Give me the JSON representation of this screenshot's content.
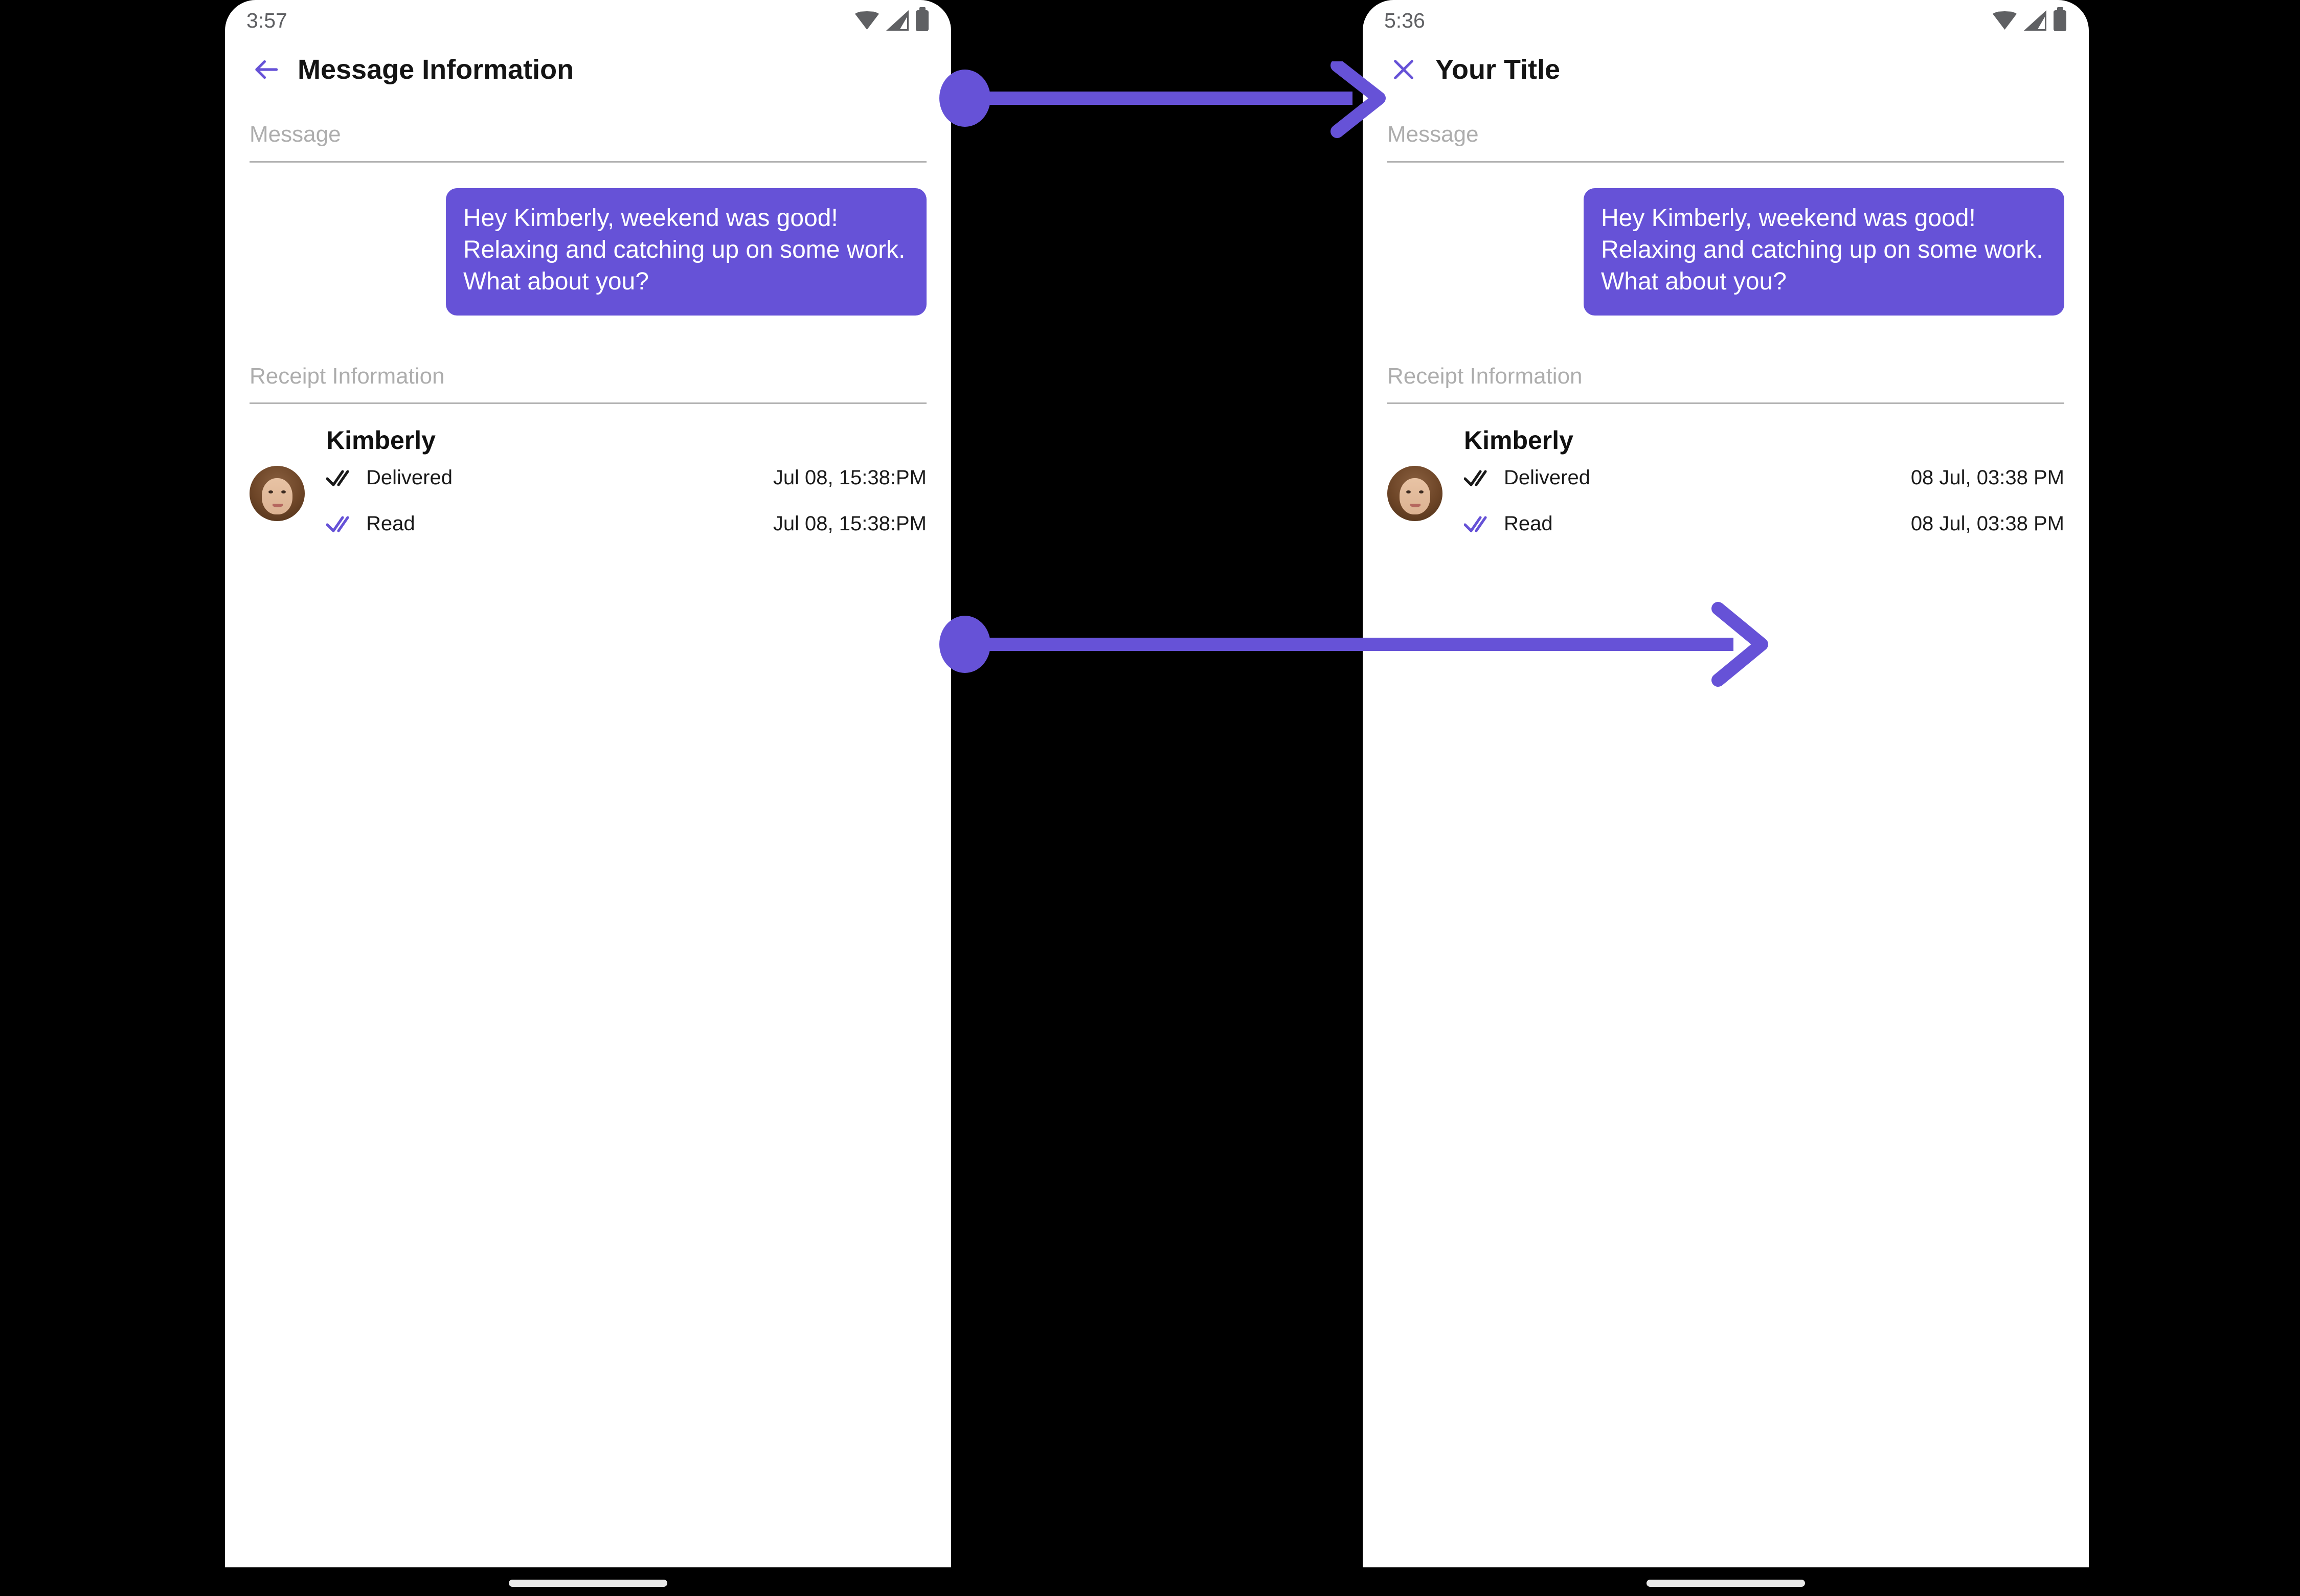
{
  "theme": {
    "accent": "#6652d7",
    "bubble_bg": "#6652d7",
    "bubble_text": "#ffffff",
    "label_grey": "#adadad",
    "divider_grey": "#b4b4b4",
    "status_grey": "#5f6063",
    "page_bg": "#000000",
    "phone_bg": "#ffffff",
    "text_dark": "#141414",
    "read_check": "#6652d7",
    "delivered_check": "#1a1a1a"
  },
  "panels": [
    {
      "id": "before",
      "statusbar": {
        "clock": "3:57",
        "icons": [
          "wifi-icon",
          "signal-icon",
          "battery-icon"
        ]
      },
      "appbar": {
        "nav_icon": "back-arrow-icon",
        "title": "Message Information"
      },
      "message_section": {
        "label": "Message",
        "bubble_text": "Hey Kimberly, weekend was good!  Relaxing and catching up on some work.  What about you?"
      },
      "receipt_section": {
        "label": "Receipt Information",
        "recipient": "Kimberly",
        "avatar": "kimberly-avatar",
        "rows": [
          {
            "icon": "double-check-icon",
            "icon_color": "#1a1a1a",
            "label": "Delivered",
            "time": "Jul 08, 15:38:PM"
          },
          {
            "icon": "double-check-icon",
            "icon_color": "#6652d7",
            "label": "Read",
            "time": "Jul 08, 15:38:PM"
          }
        ]
      },
      "gesture_bar": "home-indicator"
    },
    {
      "id": "after",
      "statusbar": {
        "clock": "5:36",
        "icons": [
          "wifi-icon",
          "signal-icon",
          "battery-icon"
        ]
      },
      "appbar": {
        "nav_icon": "close-x-icon",
        "title": "Your Title"
      },
      "message_section": {
        "label": "Message",
        "bubble_text": "Hey Kimberly, weekend was good!  Relaxing and catching up on some work.  What about you?"
      },
      "receipt_section": {
        "label": "Receipt Information",
        "recipient": "Kimberly",
        "avatar": "kimberly-avatar",
        "rows": [
          {
            "icon": "double-check-icon",
            "icon_color": "#1a1a1a",
            "label": "Delivered",
            "time": "08 Jul, 03:38 PM"
          },
          {
            "icon": "double-check-icon",
            "icon_color": "#6652d7",
            "label": "Read",
            "time": "08 Jul, 03:38 PM"
          }
        ]
      },
      "gesture_bar": "home-indicator"
    }
  ],
  "annotations": [
    {
      "id": "title-change-arrow",
      "type": "dot-to-arrow",
      "color": "#6652d7",
      "from": "appbar-title-before",
      "to": "appbar-title-after"
    },
    {
      "id": "timestamp-change-arrow",
      "type": "dot-to-arrow",
      "color": "#6652d7",
      "from": "receipt-rows-before",
      "to": "receipt-times-after"
    }
  ]
}
